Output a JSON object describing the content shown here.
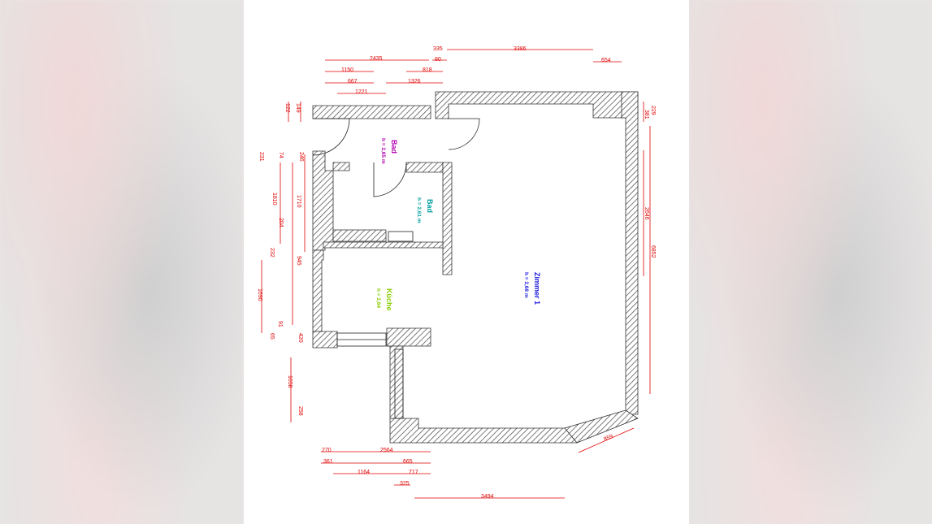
{
  "rooms": [
    {
      "name": "Bad",
      "height": "h = 2,65 m",
      "color": "#b000b0"
    },
    {
      "name": "Bad",
      "height": "h = 2,61 m",
      "color": "#00a0a0"
    },
    {
      "name": "Küche",
      "height": "h = 2,64",
      "color": "#88cc00"
    },
    {
      "name": "Zimmer 1",
      "height": "h = 2,68 m",
      "color": "#1a1adc"
    }
  ],
  "dimensions": {
    "top": [
      "335",
      "3386",
      "2435",
      "80",
      "654",
      "1150",
      "818",
      "667",
      "1326",
      "1221"
    ],
    "left": [
      "149",
      "122",
      "231",
      "74",
      "246",
      "1810",
      "1710",
      "204",
      "232",
      "945",
      "1690",
      "91",
      "65",
      "420",
      "1658",
      "258"
    ],
    "right": [
      "229",
      "381",
      "2646",
      "6852"
    ],
    "bottom": [
      "270",
      "2564",
      "361",
      "665",
      "1164",
      "717",
      "325",
      "3494"
    ],
    "diagonal": [
      "859"
    ]
  }
}
